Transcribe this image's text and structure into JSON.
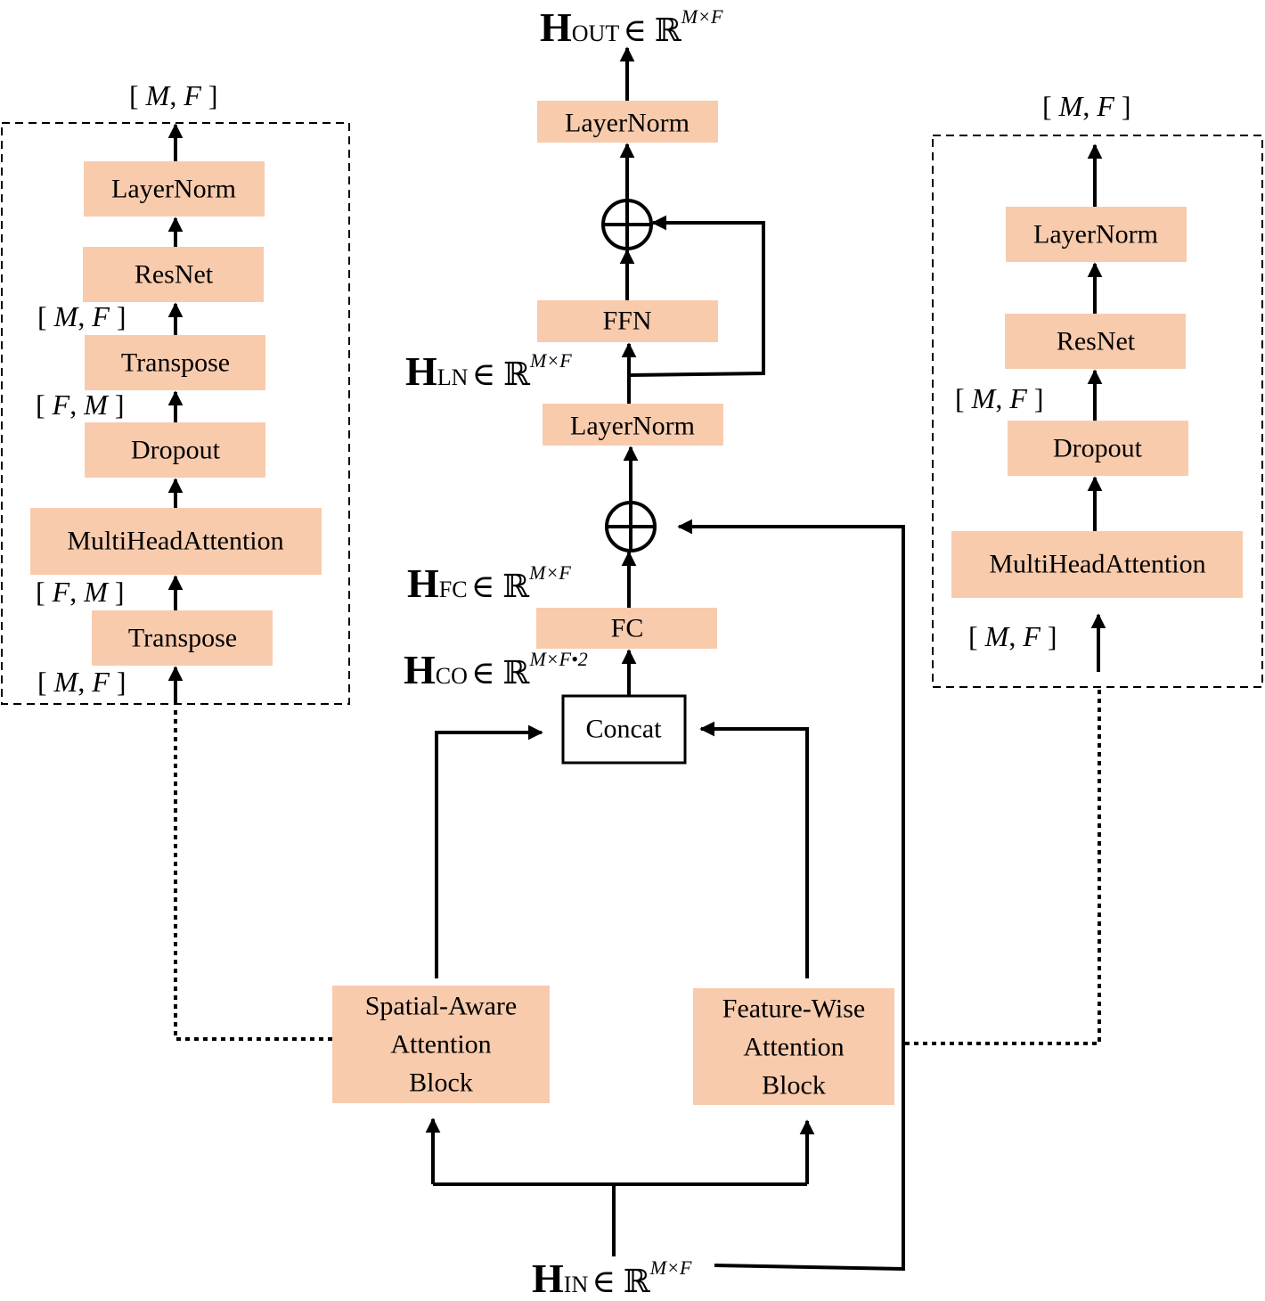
{
  "center": {
    "h_out": {
      "letter": "H",
      "sub": "OUT",
      "member": "∈ ℝ",
      "sup": "M×F"
    },
    "layernorm_top": "LayerNorm",
    "ffn": "FFN",
    "h_ln": {
      "letter": "H",
      "sub": "LN",
      "member": "∈ ℝ",
      "sup": "M×F"
    },
    "layernorm_mid": "LayerNorm",
    "h_fc": {
      "letter": "H",
      "sub": "FC",
      "member": "∈ ℝ",
      "sup": "M×F"
    },
    "fc": "FC",
    "h_co": {
      "letter": "H",
      "sub": "CO",
      "member": "∈ ℝ",
      "sup": "M×F•2"
    },
    "concat": "Concat",
    "spatial_block": [
      "Spatial-Aware",
      "Attention",
      "Block"
    ],
    "feature_block": [
      "Feature-Wise",
      "Attention",
      "Block"
    ],
    "h_in": {
      "letter": "H",
      "sub": "IN",
      "member": "∈ ℝ",
      "sup": "M×F"
    }
  },
  "left_panel": {
    "output_shape": [
      "[ ",
      "M",
      ", ",
      "F",
      " ]"
    ],
    "layernorm": "LayerNorm",
    "resnet": "ResNet",
    "shape_after_transpose2": [
      "[ ",
      "M",
      ", ",
      "F",
      " ]"
    ],
    "transpose_top": "Transpose",
    "shape_after_dropout": [
      "[ ",
      "F",
      ", ",
      "M",
      " ]"
    ],
    "dropout": "Dropout",
    "mha": "MultiHeadAttention",
    "shape_after_transpose1": [
      "[ ",
      "F",
      ", ",
      "M",
      " ]"
    ],
    "transpose_bottom": "Transpose",
    "input_shape": [
      "[ ",
      "M",
      ", ",
      "F",
      " ]"
    ]
  },
  "right_panel": {
    "output_shape": [
      "[ ",
      "M",
      ", ",
      "F",
      " ]"
    ],
    "layernorm": "LayerNorm",
    "resnet": "ResNet",
    "shape_after_dropout": [
      "[ ",
      "M",
      ", ",
      "F",
      " ]"
    ],
    "dropout": "Dropout",
    "mha": "MultiHeadAttention",
    "input_shape": [
      "[ ",
      "M",
      ", ",
      "F",
      " ]"
    ]
  },
  "colors": {
    "block_fill": "#f8cbad",
    "line": "#000000"
  }
}
